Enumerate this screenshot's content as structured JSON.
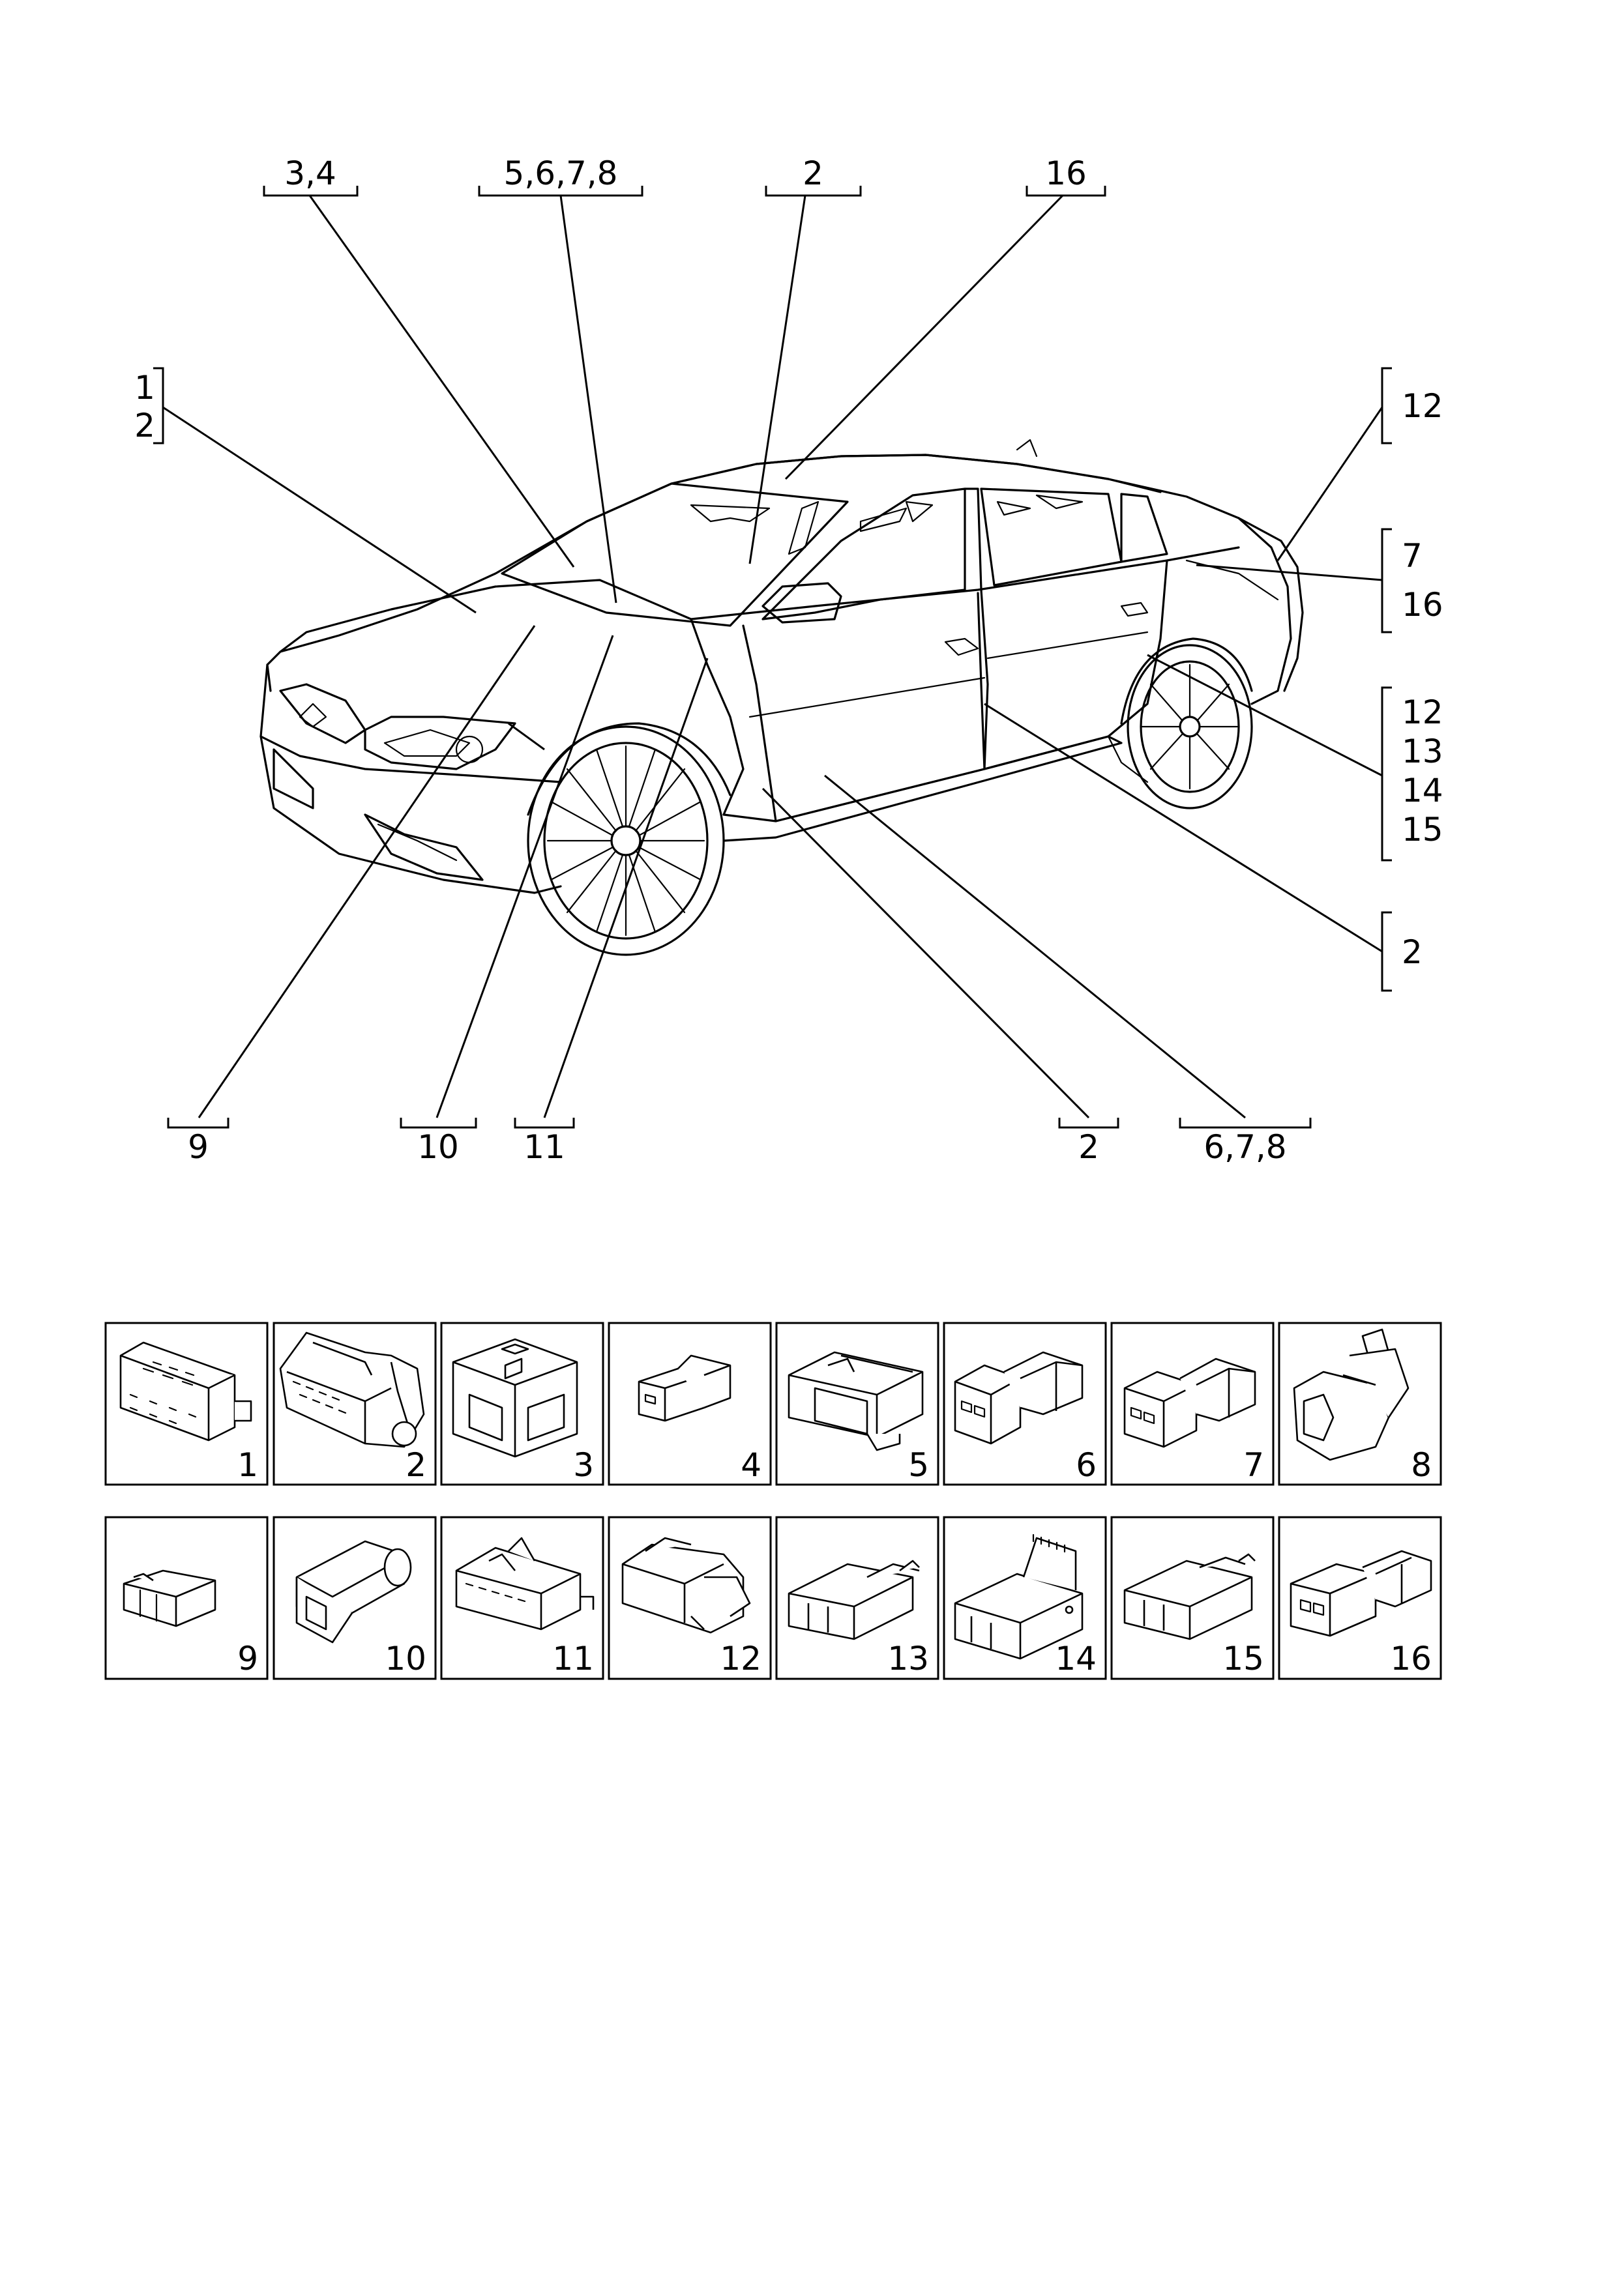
{
  "callouts_top": [
    "3,4",
    "5,6,7,8",
    "2",
    "16"
  ],
  "callouts_left": [
    "1",
    "2"
  ],
  "callouts_right": [
    [
      "12"
    ],
    [
      "7",
      "16"
    ],
    [
      "12",
      "13",
      "14",
      "15"
    ],
    [
      "2"
    ]
  ],
  "callouts_bottom": [
    "9",
    "10",
    "11",
    "2",
    "6,7,8"
  ],
  "connectors": [
    {
      "number": "1",
      "icon": "connector-1-icon"
    },
    {
      "number": "2",
      "icon": "connector-2-icon"
    },
    {
      "number": "3",
      "icon": "connector-3-icon"
    },
    {
      "number": "4",
      "icon": "connector-4-icon"
    },
    {
      "number": "5",
      "icon": "connector-5-icon"
    },
    {
      "number": "6",
      "icon": "connector-6-icon"
    },
    {
      "number": "7",
      "icon": "connector-7-icon"
    },
    {
      "number": "8",
      "icon": "connector-8-icon"
    },
    {
      "number": "9",
      "icon": "connector-9-icon"
    },
    {
      "number": "10",
      "icon": "connector-10-icon"
    },
    {
      "number": "11",
      "icon": "connector-11-icon"
    },
    {
      "number": "12",
      "icon": "connector-12-icon"
    },
    {
      "number": "13",
      "icon": "connector-13-icon"
    },
    {
      "number": "14",
      "icon": "connector-14-icon"
    },
    {
      "number": "15",
      "icon": "connector-15-icon"
    },
    {
      "number": "16",
      "icon": "connector-16-icon"
    }
  ]
}
